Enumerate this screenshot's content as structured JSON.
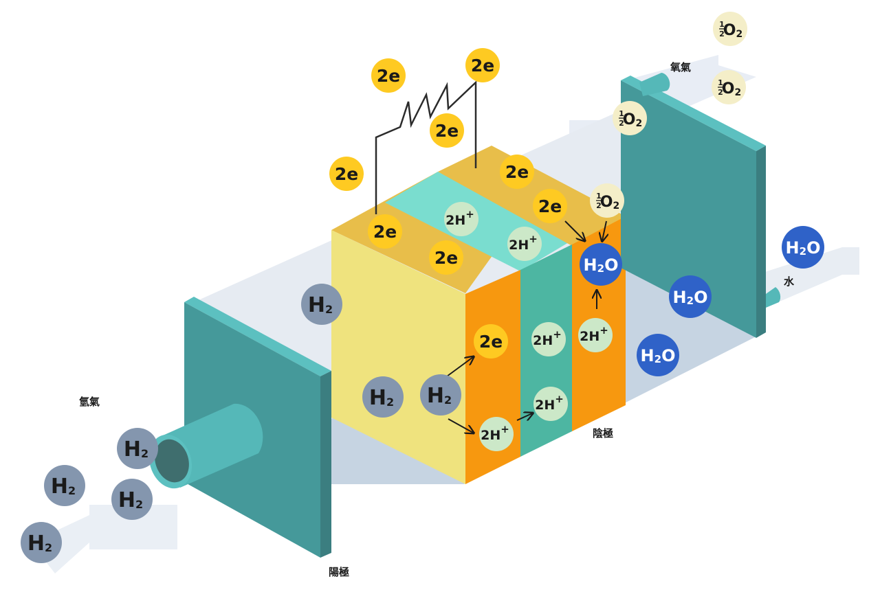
{
  "labels": {
    "hydrogen_in": "氫氣",
    "oxygen_in": "氧氣",
    "water_out": "水",
    "anode": "陽極",
    "cathode": "陰極"
  },
  "particles": {
    "h2": "H",
    "h2_sub": "2",
    "electron": "2e",
    "proton": "2H",
    "proton_sup": "+",
    "oxygen_frac_num": "1",
    "oxygen_frac_den": "2",
    "oxygen": "O",
    "oxygen_sub": "2",
    "water_h": "H",
    "water_sub": "2",
    "water_o": "O"
  },
  "colors": {
    "end_plate": "#45999A",
    "end_plate_side": "#3B7E80",
    "end_plate_top": "#5CC0C0",
    "anode_face": "#EFE37E",
    "catalyst_top": "#E8BE4A",
    "anode_catalyst_face": "#F7980F",
    "membrane_face": "#4DB6A2",
    "membrane_top": "#7ADDCF",
    "cathode_face": "#F7980F",
    "h2_bubble": "#8496AE",
    "electron_bubble": "#FECA22",
    "proton_bubble": "#CCE8C8",
    "oxygen_bubble": "#F4EEC8",
    "water_bubble": "#2F62C8",
    "flow_arrow": "#E8EDF3"
  }
}
